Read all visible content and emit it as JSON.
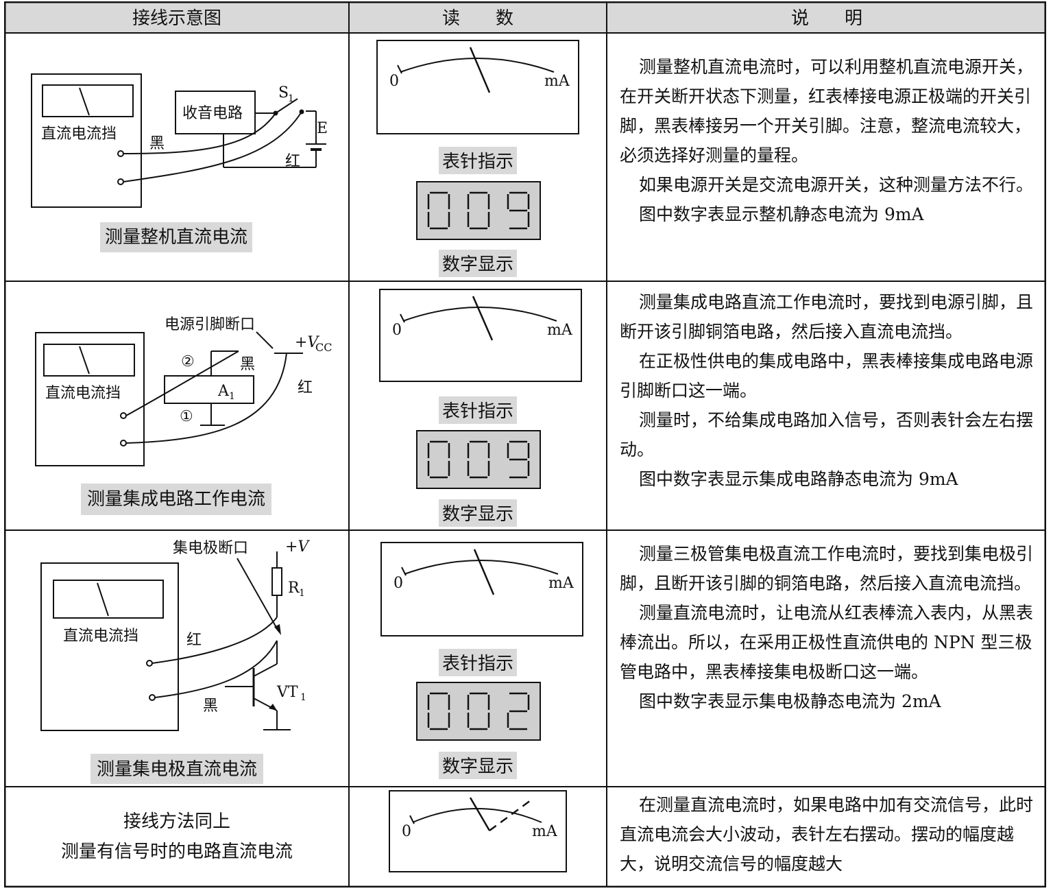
{
  "header": {
    "col1": "接线示意图",
    "col2": "读　　数",
    "col3": "说　　明"
  },
  "common": {
    "needle_label": "表针指示",
    "digit_label": "数字显示",
    "dial_zero": "0",
    "dial_unit": "mA",
    "meter_mode": "直流电流挡"
  },
  "rows": [
    {
      "caption": "测量整机直流电流",
      "diagram_labels": {
        "circuit": "收音电路",
        "switch": "S",
        "switch_sub": "1",
        "battery": "E",
        "black": "黑",
        "red": "红"
      },
      "digits": "009",
      "needle_deflection": 0.5,
      "paragraphs": [
        "测量整机直流电流时，可以利用整机直流电源开关，在开关断开状态下测量，红表棒接电源正极端的开关引脚，黑表棒接另一个开关引脚。注意，整流电流较大，必须选择好测量的量程。",
        "如果电源开关是交流电源开关，这种测量方法不行。",
        "图中数字表显示整机静态电流为 9mA"
      ]
    },
    {
      "caption": "测量集成电路工作电流",
      "diagram_labels": {
        "break": "电源引脚断口",
        "vcc": "+V",
        "vcc_sub": "CC",
        "chip": "A",
        "chip_sub": "1",
        "pin2": "②",
        "pin1": "①",
        "black": "黑",
        "red": "红"
      },
      "digits": "009",
      "needle_deflection": 0.5,
      "paragraphs": [
        "测量集成电路直流工作电流时，要找到电源引脚，且断开该引脚铜箔电路，然后接入直流电流挡。",
        "在正极性供电的集成电路中，黑表棒接集成电路电源引脚断口这一端。",
        "测量时，不给集成电路加入信号，否则表针会左右摆动。",
        "图中数字表显示集成电路静态电流为 9mA"
      ]
    },
    {
      "caption": "测量集电极直流电流",
      "diagram_labels": {
        "break": "集电极断口",
        "vplus": "+V",
        "resistor": "R",
        "resistor_sub": "1",
        "transistor": "VT",
        "transistor_sub": "1",
        "red": "红",
        "black": "黑"
      },
      "digits": "002",
      "needle_deflection": 0.5,
      "paragraphs": [
        "测量三极管集电极直流工作电流时，要找到集电极引脚，且断开该引脚的铜箔电路，然后接入直流电流挡。",
        "测量直流电流时，让电流从红表棒流入表内，从黑表棒流出。所以，在采用正极性直流供电的 NPN 型三极管电路中，黑表棒接集电极断口这一端。",
        "图中数字表显示集电极静态电流为 2mA"
      ]
    },
    {
      "caption_line1": "接线方法同上",
      "caption_line2": "测量有信号时的电路直流电流",
      "needle_deflection": 0.5,
      "paragraphs": [
        "在测量直流电流时，如果电路中加有交流信号，此时直流电流会大小波动，表针左右摆动。摆动的幅度越大，说明交流信号的幅度越大"
      ]
    }
  ]
}
